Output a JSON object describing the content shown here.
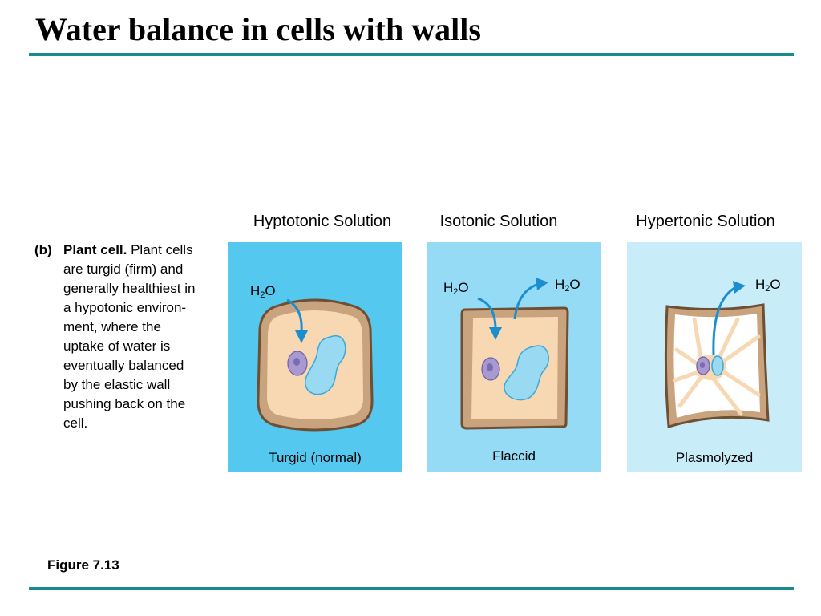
{
  "slide": {
    "title": "Water balance in cells with walls",
    "rule_color": "#1a8a8f",
    "figure_label": "Figure 7.13"
  },
  "caption": {
    "tag": "(b)",
    "heading": "Plant cell.",
    "lines": [
      " Plant cells",
      "are turgid (firm) and",
      "generally healthiest in",
      "a hypotonic environ-",
      "ment, where the",
      "uptake of water is",
      "eventually balanced",
      "by the elastic wall",
      "pushing back on the",
      "cell."
    ]
  },
  "columns": [
    {
      "heading": "Hyptotonic Solution",
      "state": "Turgid (normal)",
      "water": [
        {
          "label_main": "H",
          "label_sub": "2",
          "label_end": "O"
        }
      ],
      "background_color": "#55c8f0",
      "arrow_direction": "into cell"
    },
    {
      "heading": "Isotonic Solution",
      "state": "Flaccid",
      "water": [
        {
          "label_main": "H",
          "label_sub": "2",
          "label_end": "O"
        },
        {
          "label_main": "H",
          "label_sub": "2",
          "label_end": "O"
        }
      ],
      "background_color": "#95dbf6",
      "arrow_direction": "in and out"
    },
    {
      "heading": "Hypertonic Solution",
      "state": "Plasmolyzed",
      "water": [
        {
          "label_main": "H",
          "label_sub": "2",
          "label_end": "O"
        }
      ],
      "background_color": "#c9ecf9",
      "arrow_direction": "out of cell"
    }
  ],
  "colors": {
    "cell_wall": "#c9a27e",
    "cell_wall_edge": "#6e4f33",
    "cytoplasm": "#f8d7b3",
    "vacuole": "#9ad9f2",
    "nucleus": "#a89ad0",
    "arrow": "#1b8ed0"
  }
}
